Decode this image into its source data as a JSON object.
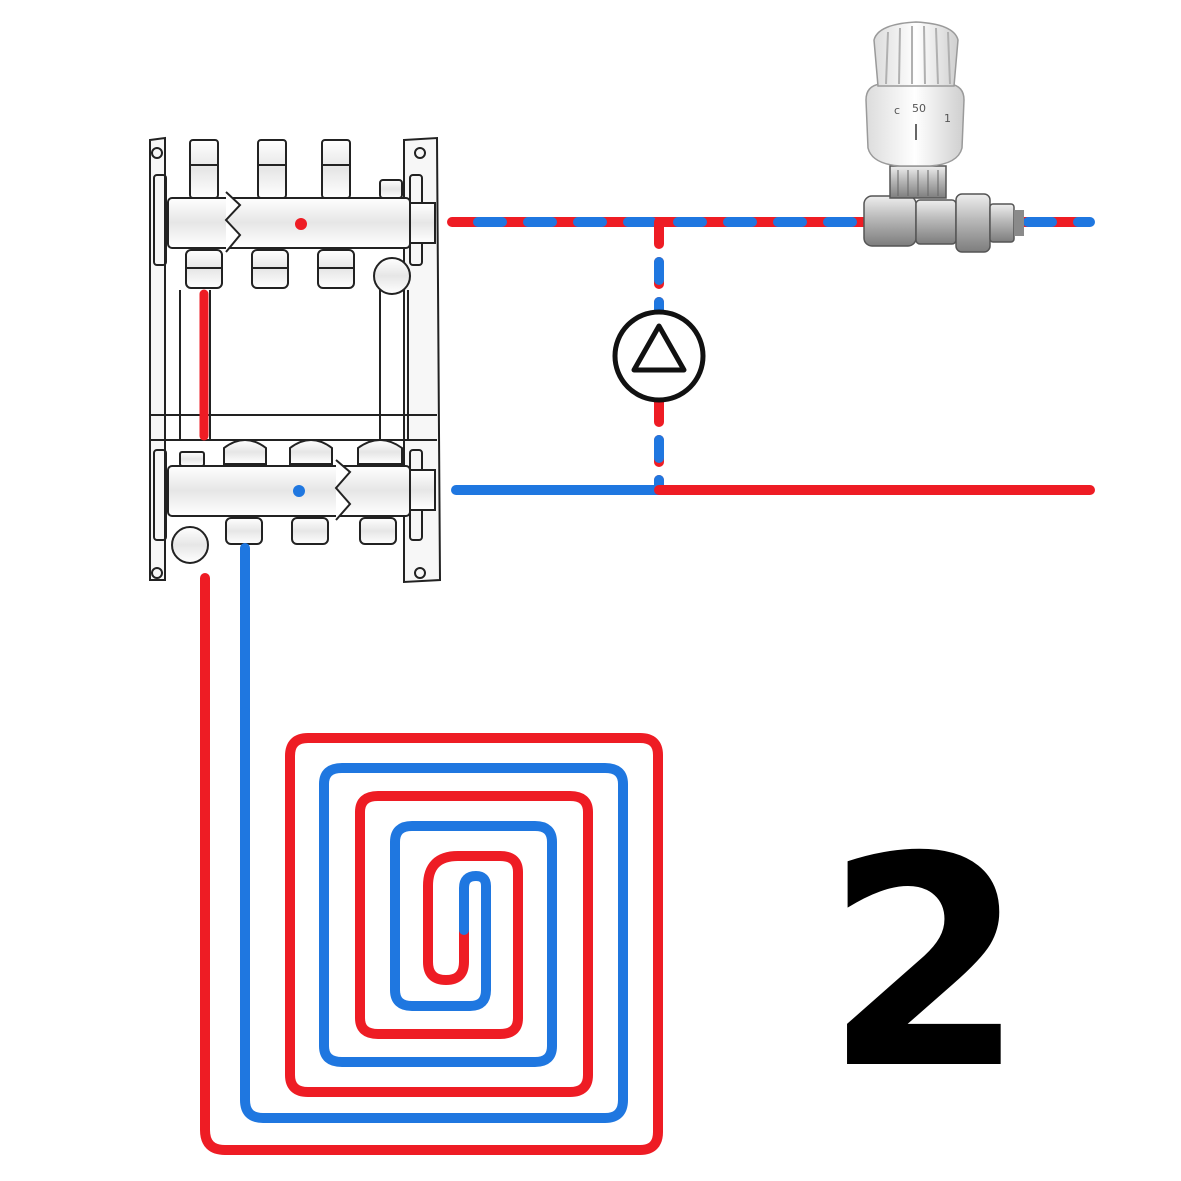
{
  "colors": {
    "supply": "#ee1c24",
    "return": "#1f77e0",
    "outline": "#222222",
    "metal": "#f4f4f4",
    "valve_body": "#c9c9c9"
  },
  "labels": {
    "number": "2",
    "dial_high": "50",
    "dial_low": "c",
    "dial_mark": "1"
  }
}
